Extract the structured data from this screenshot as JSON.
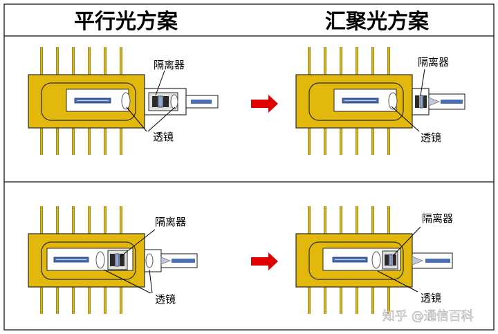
{
  "header": {
    "left_title": "平行光方案",
    "right_title": "汇聚光方案"
  },
  "labels": {
    "isolator": "隔离器",
    "lens": "透镜"
  },
  "watermark": {
    "text": "知乎 @通信百科"
  },
  "colors": {
    "package_gold": "#e2b80c",
    "package_border": "#2a2a2a",
    "pin": "#c9a200",
    "laser_chip": "#4a6fb5",
    "arrow": "#e00000",
    "frame": "#333333"
  }
}
